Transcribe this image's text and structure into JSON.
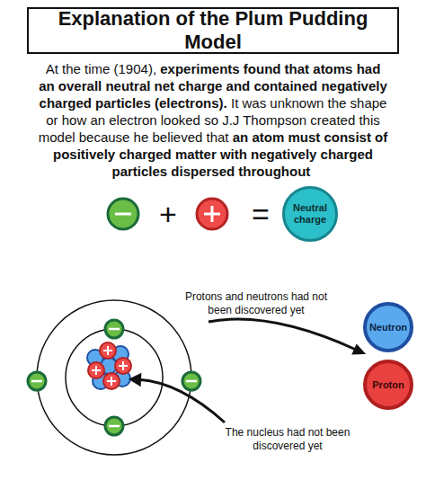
{
  "diagram": {
    "title": "Explanation of the Plum Pudding Model",
    "nodes": [
      {
        "text": [
          "Neutral charge"
        ]
      },
      {
        "text": [
          "Neutron"
        ]
      },
      {
        "text": [
          "Proton"
        ]
      }
    ],
    "labels": [
      "At the time (1904),",
      "experiments found that atoms had an overall neutral net charge and contained negatively charged particles (electrons).",
      "It was unknown the shape or how an electron looked so J.J Thompson created this model because he believed that",
      "an atom must consist of positively charged matter with negatively charged particles dispersed throughout",
      "+",
      "=",
      "Protons and neutrons had not been discovered yet",
      "The nucleus had not been discovered yet"
    ]
  }
}
